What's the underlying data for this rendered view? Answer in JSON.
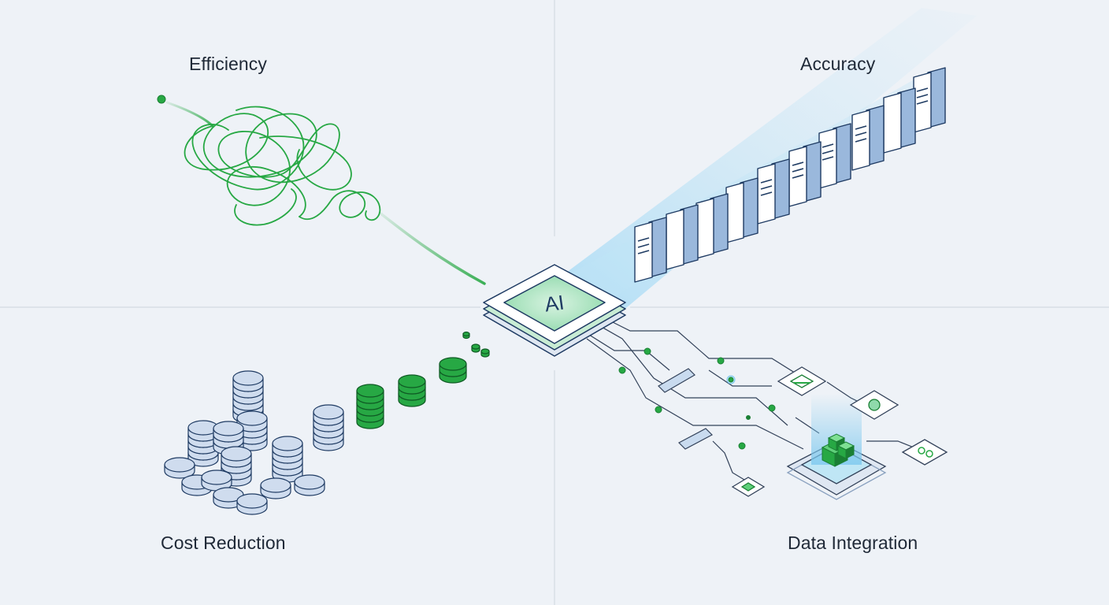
{
  "quadrants": {
    "efficiency": "Efficiency",
    "accuracy": "Accuracy",
    "cost_reduction": "Cost Reduction",
    "data_integration": "Data Integration"
  },
  "center_chip": {
    "label": "AI"
  },
  "colors": {
    "background": "#eef2f7",
    "green": "#27a844",
    "green_dark": "#1a7f34",
    "blue_fill": "#cfdcee",
    "blue_stroke": "#1f3b63",
    "beam": "#7cc8ee"
  },
  "icons": [
    "tangled-path-icon",
    "document-stack-icon",
    "coin-stack-icon",
    "network-cube-icon",
    "ai-chip-icon"
  ]
}
